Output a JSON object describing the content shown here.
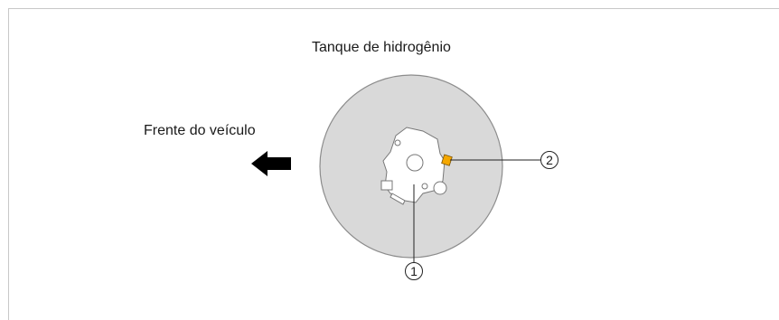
{
  "diagram": {
    "title": "Tanque de hidrogênio",
    "front_label": "Frente do veículo",
    "callouts": [
      "1",
      "2"
    ],
    "colors": {
      "tank_fill": "#d9d9d9",
      "tank_stroke": "#8c8c8c",
      "arrow": "#000000",
      "sensor": "#f5a800",
      "line": "#222222"
    }
  }
}
